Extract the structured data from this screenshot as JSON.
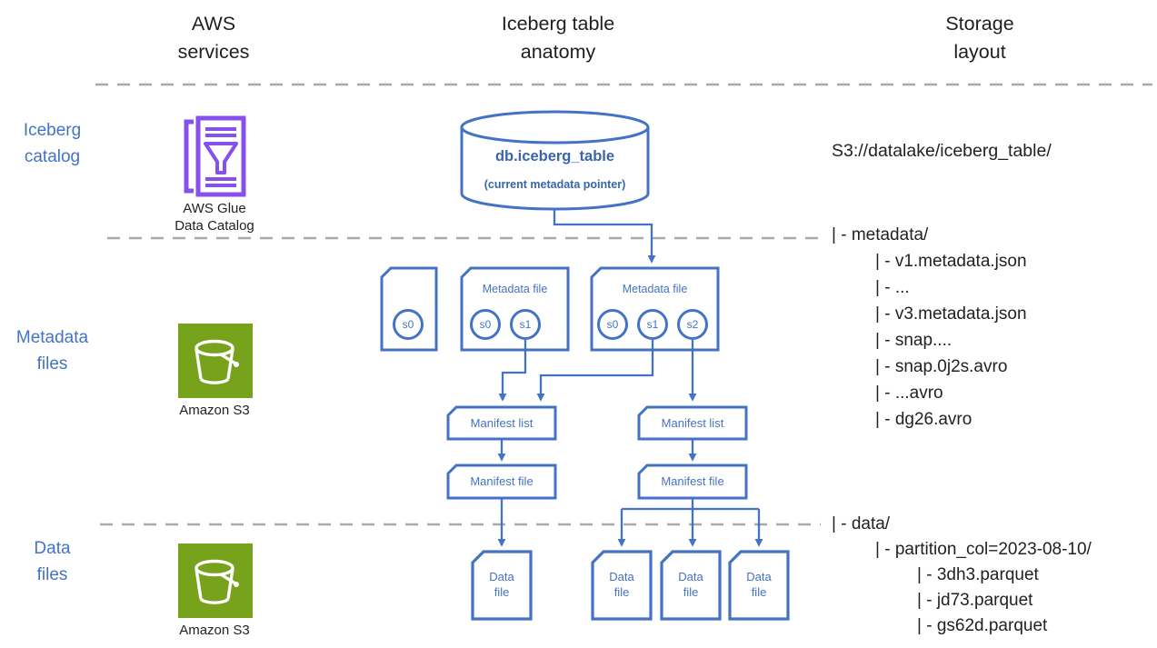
{
  "colors": {
    "diagram_blue": "#4472C4",
    "dash_gray": "#A9A9A9",
    "s3_green": "#76A21C",
    "glue_purple": "#8650EC",
    "text_black": "#1F1F1F"
  },
  "column_headers": {
    "aws_services": "AWS\nservices",
    "iceberg_anatomy": "Iceberg table\nanatomy",
    "storage_layout": "Storage\nlayout"
  },
  "row_labels": {
    "iceberg_catalog": "Iceberg\ncatalog",
    "metadata_files": "Metadata\nfiles",
    "data_files": "Data\nfiles"
  },
  "aws_icons": {
    "glue_label": "AWS Glue\nData Catalog",
    "s3_metadata_label": "Amazon S3",
    "s3_data_label": "Amazon S3"
  },
  "catalog_db": {
    "name": "db.iceberg_table",
    "subtitle": "(current metadata pointer)"
  },
  "metadata_files": [
    {
      "label": "",
      "snapshots": [
        "s0"
      ]
    },
    {
      "label": "Metadata file",
      "snapshots": [
        "s0",
        "s1"
      ]
    },
    {
      "label": "Metadata file",
      "snapshots": [
        "s0",
        "s1",
        "s2"
      ]
    }
  ],
  "manifest_lists": [
    {
      "label": "Manifest list"
    },
    {
      "label": "Manifest list"
    }
  ],
  "manifest_files": [
    {
      "label": "Manifest file"
    },
    {
      "label": "Manifest file"
    }
  ],
  "data_file_nodes": [
    {
      "label": "Data\nfile"
    },
    {
      "label": "Data\nfile"
    },
    {
      "label": "Data\nfile"
    },
    {
      "label": "Data\nfile"
    }
  ],
  "storage_layout": {
    "root_path": "S3://datalake/iceberg_table/",
    "metadata_tree": [
      {
        "text": "| - metadata/",
        "indent": 0
      },
      {
        "text": "| - v1.metadata.json",
        "indent": 1
      },
      {
        "text": "| - ...",
        "indent": 1
      },
      {
        "text": "| - v3.metadata.json",
        "indent": 1
      },
      {
        "text": "| - snap....",
        "indent": 1
      },
      {
        "text": "| - snap.0j2s.avro",
        "indent": 1
      },
      {
        "text": "| - ...avro",
        "indent": 1
      },
      {
        "text": "| - dg26.avro",
        "indent": 1
      }
    ],
    "data_tree": [
      {
        "text": "| - data/",
        "indent": 0
      },
      {
        "text": "| - partition_col=2023-08-10/",
        "indent": 1
      },
      {
        "text": "| - 3dh3.parquet",
        "indent": 2
      },
      {
        "text": "| - jd73.parquet",
        "indent": 2
      },
      {
        "text": "| - gs62d.parquet",
        "indent": 2
      }
    ]
  }
}
